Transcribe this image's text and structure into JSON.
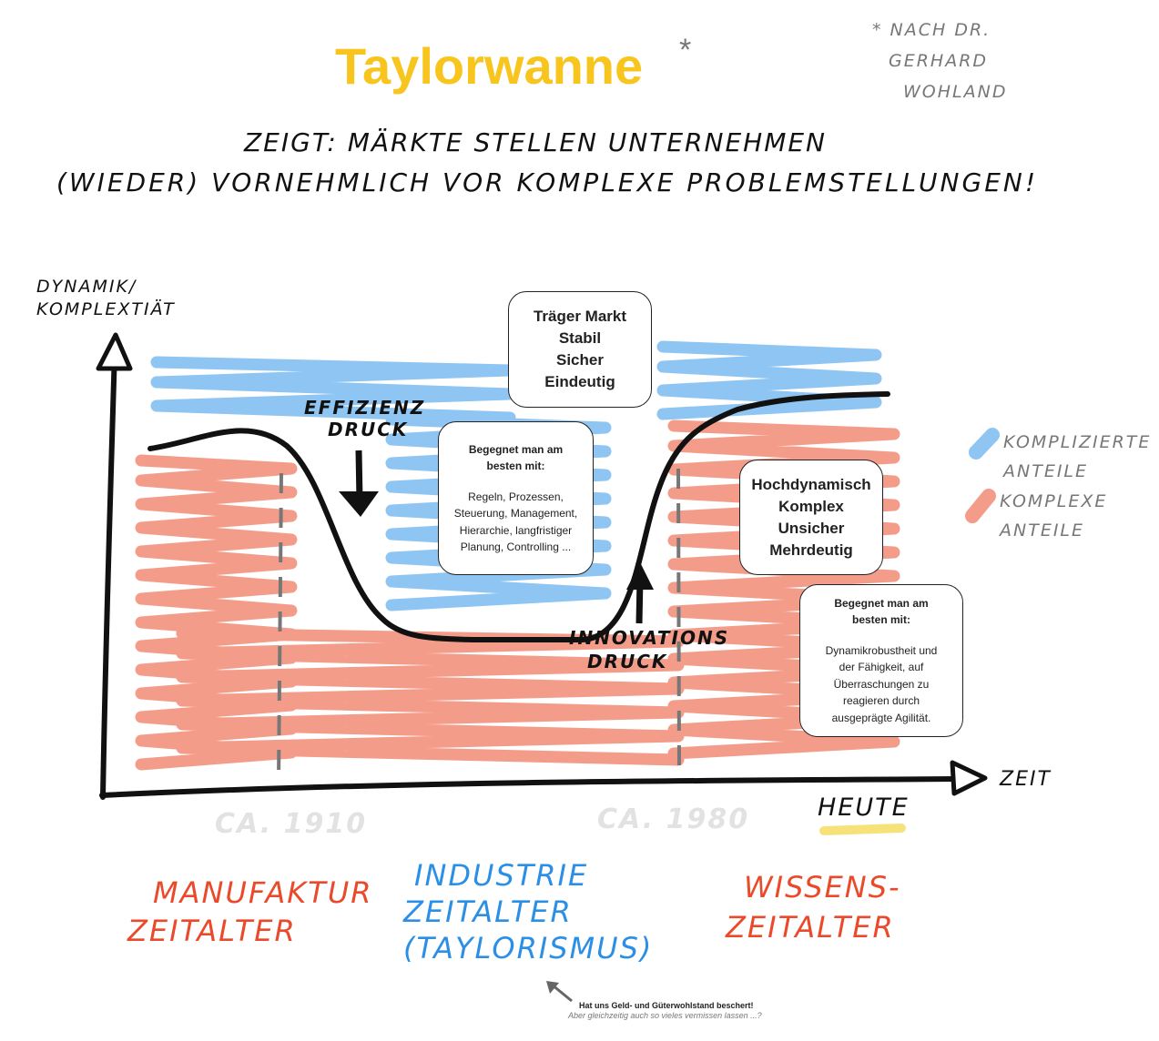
{
  "title": "Taylorwanne",
  "title_mark": "*",
  "source_note": [
    "* nach Dr.",
    "Gerhard",
    "Wohland"
  ],
  "subtitle": [
    "Zeigt: Märkte stellen Unternehmen",
    "(wieder) vornehmlich vor komplexe Problemstellungen!"
  ],
  "axes": {
    "y_label": [
      "Dynamik/",
      "Komplextiät"
    ],
    "x_label": "Zeit"
  },
  "boxes": {
    "stable": [
      "Träger Markt",
      "Stabil",
      "Sicher",
      "Eindeutig"
    ],
    "stable_answer": {
      "heading": [
        "Begegnet man am",
        "besten mit:"
      ],
      "text": [
        "Regeln, Prozessen,",
        "Steuerung, Management,",
        "Hierarchie, langfristiger",
        "Planung, Controlling  ..."
      ]
    },
    "dynamic": [
      "Hochdynamisch",
      "Komplex",
      "Unsicher",
      "Mehrdeutig"
    ],
    "dynamic_answer": {
      "heading": [
        "Begegnet man am",
        "besten mit:"
      ],
      "text": [
        "Dynamikrobustheit und",
        "der Fähigkeit, auf",
        "Überraschungen zu",
        "reagieren durch",
        "ausgeprägte  Agilität."
      ]
    }
  },
  "pressures": {
    "efficiency": [
      "Effizienz",
      "Druck"
    ],
    "innovation": [
      "Innovations",
      "Druck"
    ]
  },
  "legend": [
    {
      "label": [
        "Komplizierte",
        "Anteile"
      ],
      "color": "#8ec5f2"
    },
    {
      "label": [
        "Komplexe",
        "Anteile"
      ],
      "color": "#f49c8a"
    }
  ],
  "timeline": {
    "marks": [
      "ca. 1910",
      "ca. 1980"
    ],
    "today": "Heute"
  },
  "eras": [
    {
      "label": [
        "Manufaktur",
        "Zeitalter"
      ],
      "color": "#ea4a2a"
    },
    {
      "label": [
        "Industrie",
        "Zeitalter",
        "(Taylorismus)"
      ],
      "color": "#2b8fe6"
    },
    {
      "label": [
        "Wissens-",
        "Zeitalter"
      ],
      "color": "#ea4a2a"
    }
  ],
  "footnote": {
    "line1": "Hat uns Geld- und Güterwohlstand beschert!",
    "line2": "Aber gleichzeitig auch so vieles vermissen lassen ...?"
  },
  "colors": {
    "title": "#f7c51e",
    "blue": "#8ec5f2",
    "red": "#f49c8a",
    "today_underline": "#f7e27a"
  }
}
